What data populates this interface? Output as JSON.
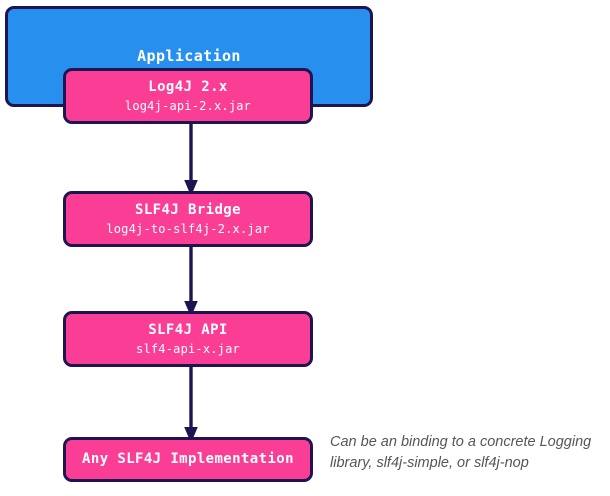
{
  "diagram": {
    "type": "flow-diagram",
    "background_color": "#ffffff",
    "colors": {
      "application_fill": "#2790ee",
      "node_fill": "#fb3e95",
      "border": "#1f1452",
      "arrow": "#1f1452",
      "node_text": "#ffffff",
      "annotation_text": "#56565a"
    },
    "nodes": [
      {
        "id": "application",
        "title": "Application",
        "subtitle": "",
        "fill": "#2790ee"
      },
      {
        "id": "log4j",
        "title": "Log4J 2.x",
        "subtitle": "log4j-api-2.x.jar",
        "fill": "#fb3e95"
      },
      {
        "id": "bridge",
        "title": "SLF4J Bridge",
        "subtitle": "log4j-to-slf4j-2.x.jar",
        "fill": "#fb3e95"
      },
      {
        "id": "slf4japi",
        "title": "SLF4J API",
        "subtitle": "slf4-api-x.jar",
        "fill": "#fb3e95"
      },
      {
        "id": "impl",
        "title": "Any SLF4J Implementation",
        "subtitle": "",
        "fill": "#fb3e95"
      }
    ],
    "edges": [
      {
        "id": "edge-log4j-bridge",
        "from": "log4j",
        "to": "bridge",
        "style": "solid-arrow-down"
      },
      {
        "id": "edge-bridge-api",
        "from": "bridge",
        "to": "slf4japi",
        "style": "solid-arrow-down"
      },
      {
        "id": "edge-api-impl",
        "from": "slf4japi",
        "to": "impl",
        "style": "solid-arrow-down"
      }
    ],
    "annotations": [
      {
        "id": "annotation-impl",
        "target": "impl",
        "text": "Can be an binding to a concrete Logging library, slf4j-simple, or slf4j-nop"
      }
    ]
  }
}
